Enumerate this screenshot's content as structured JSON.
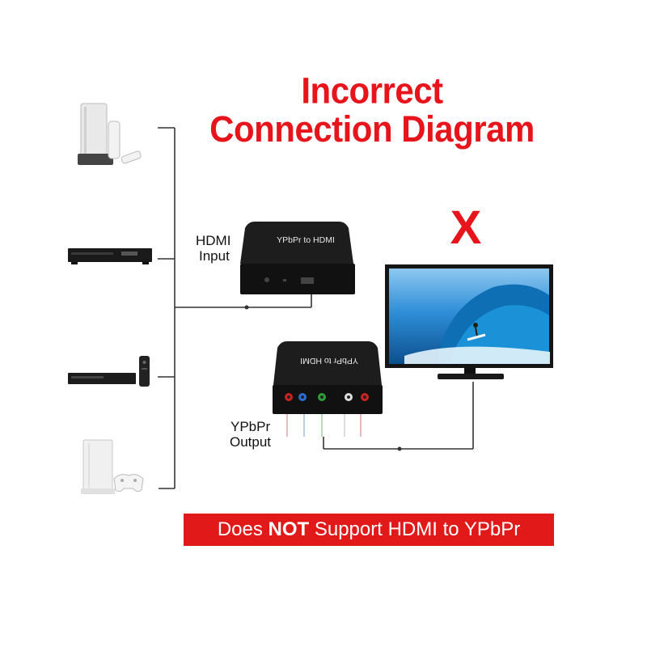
{
  "title": {
    "line1": "Incorrect",
    "line2": "Connection Diagram"
  },
  "mark": "X",
  "hdmi_input_label": {
    "line1": "HDMI",
    "line2": "Input"
  },
  "ypbpr_output_label": {
    "line1": "YPbPr",
    "line2": "Output"
  },
  "top_box_text": "YPbPr to HDMI",
  "bottom_box_text": "YPbPr to HDMI",
  "banner": {
    "before": "Does ",
    "bold": "NOT",
    "after": " Support HDMI to YPbPr"
  },
  "colors": {
    "accent": "#e8141b",
    "banner_bg": "#e11919",
    "line": "#333333"
  },
  "devices": [
    "game-console-wii-icon",
    "dvd-player-icon",
    "bluray-player-with-remote-icon",
    "game-console-ps4-icon"
  ]
}
